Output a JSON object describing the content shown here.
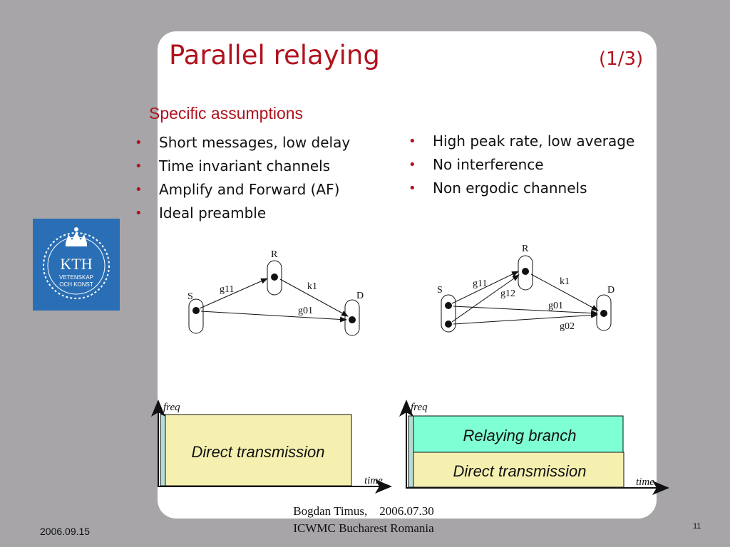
{
  "slide": {
    "title": "Parallel relaying",
    "title_counter": "(1/3)",
    "subtitle": "Specific assumptions",
    "bullets_left": [
      "Short messages, low delay",
      "Time invariant channels",
      "Amplify and Forward (AF)",
      "Ideal preamble"
    ],
    "bullets_right": [
      "High peak rate, low average",
      "No interference",
      "Non ergodic channels"
    ],
    "bullet_glyph": "•"
  },
  "logo": {
    "text": "KTH",
    "line1": "VETENSKAP",
    "line2": "OCH KONST",
    "icon": "crown-icon",
    "color": "#2a6fb5"
  },
  "diagram_left": {
    "nodes": {
      "source": "S",
      "relay": "R",
      "destination": "D"
    },
    "links": {
      "s_to_r": "g11",
      "r_to_d": "k1",
      "s_to_d": "g01"
    }
  },
  "diagram_right": {
    "nodes": {
      "source": "S",
      "relay": "R",
      "destination": "D"
    },
    "links": {
      "s1_to_r": "g11",
      "s2_to_r": "g12",
      "r_to_d": "k1",
      "s1_to_d": "g01",
      "s2_to_d": "g02"
    }
  },
  "timeline_left": {
    "axis_y": "freq",
    "axis_x": "time",
    "block": "Direct transmission",
    "block_color": "#f5f0b0",
    "strip_color": "#b8dcd4"
  },
  "timeline_right": {
    "axis_y": "freq",
    "axis_x": "time",
    "block_top": "Relaying branch",
    "block_bottom": "Direct transmission",
    "top_color": "#7fffd4",
    "bottom_color": "#f5f0b0",
    "strip_color": "#b8dcd4"
  },
  "footer": {
    "date": "2006.09.15",
    "author_line": "Bogdan Timus,    2006.07.30",
    "event_line": "ICWMC Bucharest Romania",
    "page": "11"
  },
  "colors": {
    "accent": "#b0131e",
    "background": "#a7a5a8"
  }
}
